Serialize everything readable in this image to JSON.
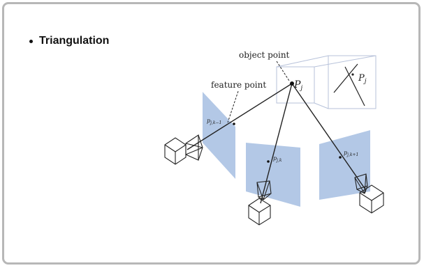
{
  "slide": {
    "bullet_text": "Triangulation"
  },
  "figure": {
    "object_point_label": "object point",
    "feature_point_label": "feature point",
    "point_label": "P",
    "point_label_subscript": "j",
    "inset_point_label": "P",
    "inset_point_label_subscript": "j",
    "image_labels": [
      {
        "base": "p",
        "subscript": "j,k−1"
      },
      {
        "base": "p",
        "subscript": "j,k"
      },
      {
        "base": "p",
        "subscript": "j,k+1"
      }
    ],
    "colors": {
      "image_plane": "#b3c8e6",
      "inset_frame": "#b7c2da",
      "line": "#222222"
    }
  }
}
